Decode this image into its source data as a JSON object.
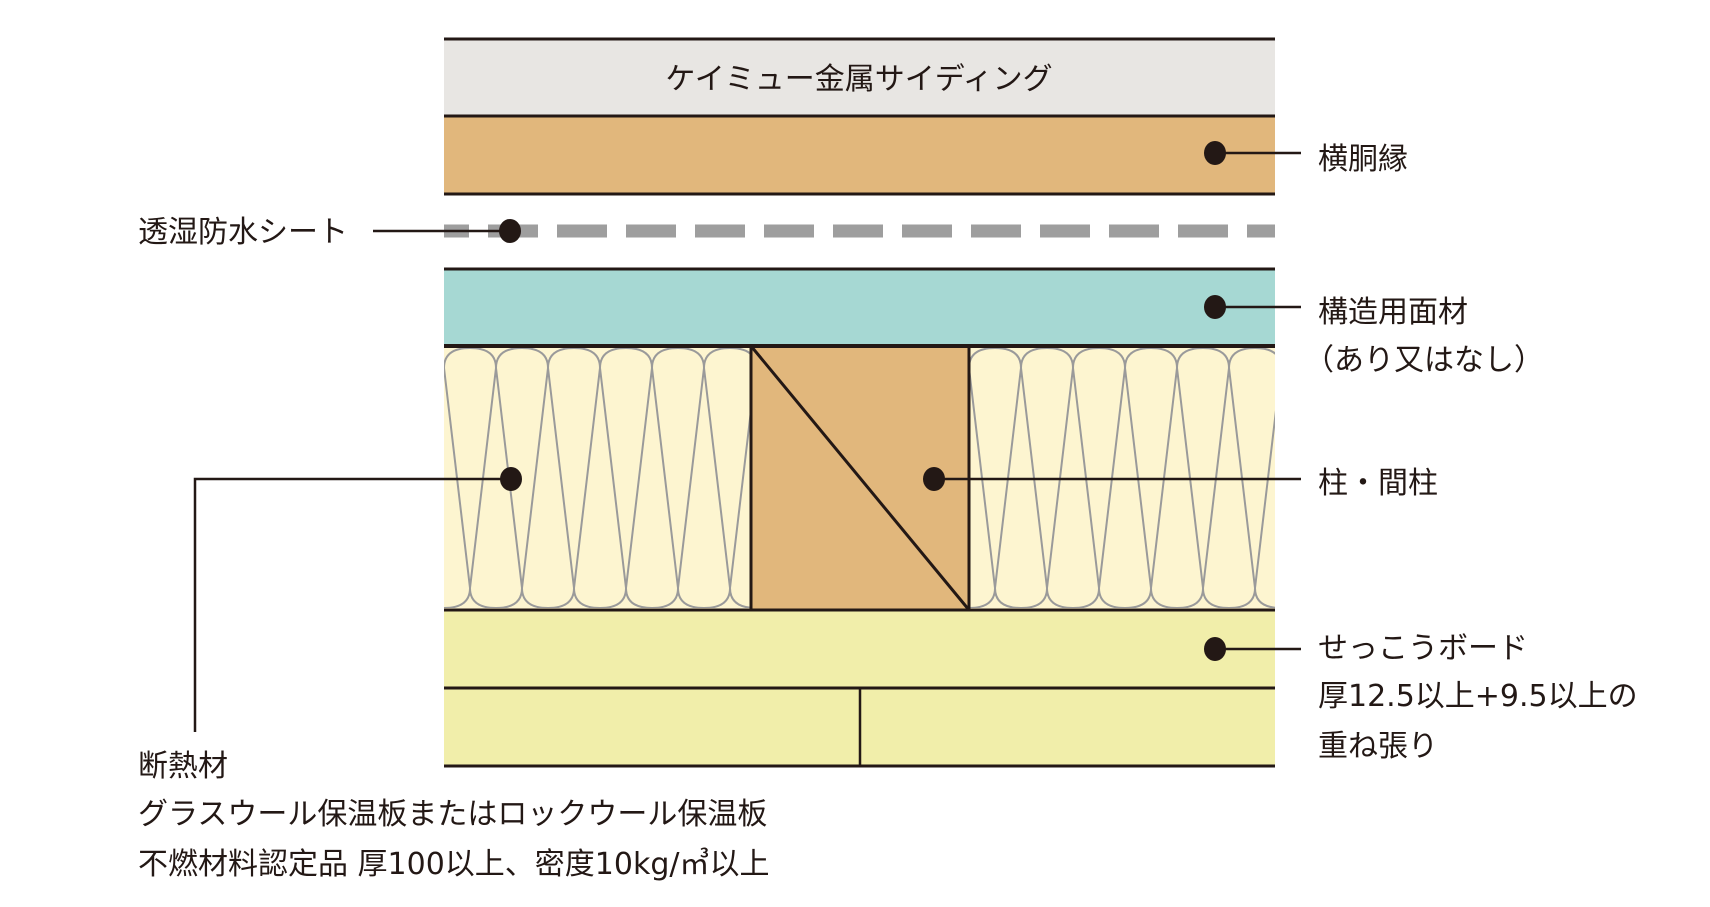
{
  "layers": {
    "siding": "ケイミュー金属サイディング",
    "batten": "横胴縁",
    "membrane": "透湿防水シート",
    "sheathing_line1": "構造用面材",
    "sheathing_line2": "（あり又はなし）",
    "stud": "柱・間柱",
    "gypsum_line1": "せっこうボード",
    "gypsum_line2": "厚12.5以上+9.5以上の",
    "gypsum_line3": "重ね張り",
    "insulation_line1": "断熱材",
    "insulation_line2": "グラスウール保温板またはロックウール保温板",
    "insulation_line3": "不燃材料認定品 厚100以上、密度10kg/㎥以上"
  },
  "colors": {
    "siding": "#e8e6e3",
    "batten": "#e1b77c",
    "membrane": "#9e9e9e",
    "sheathing": "#a6d8d3",
    "insulation": "#fdf5d0",
    "stud": "#e1b77c",
    "gypsum": "#f1eeaa",
    "line": "#231815"
  }
}
